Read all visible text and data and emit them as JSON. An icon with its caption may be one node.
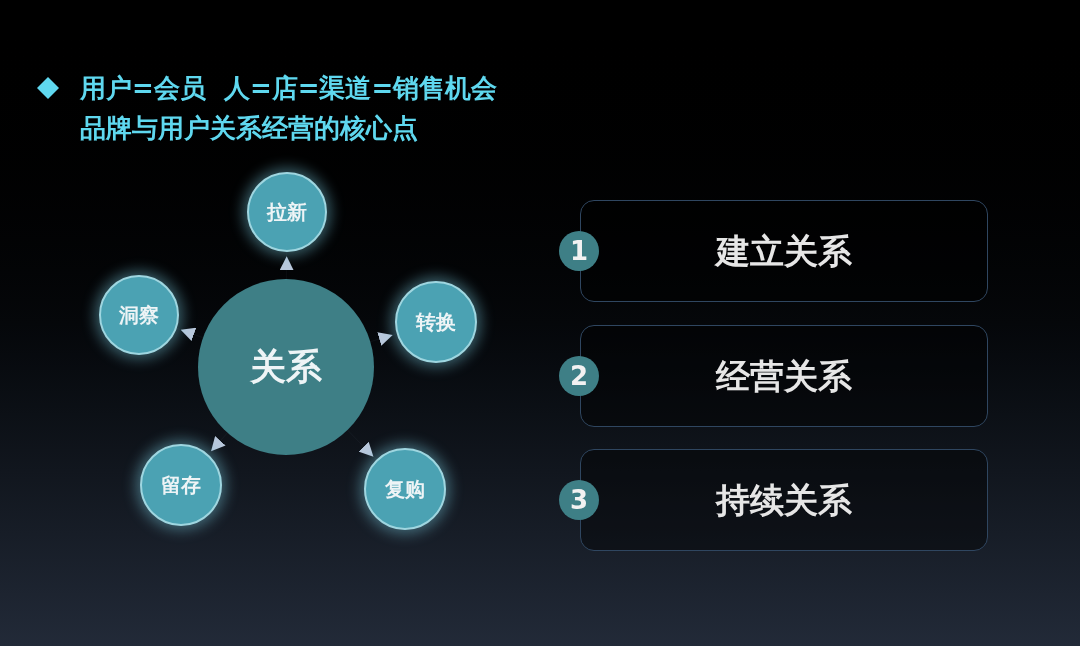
{
  "diagram": {
    "title": "用户=会员  人=店=渠道=销售机会",
    "nodes": [
      {
        "text": [
          "关系"
        ]
      },
      {
        "text": [
          "拉新"
        ]
      },
      {
        "text": [
          "转换"
        ]
      },
      {
        "text": [
          "复购"
        ]
      },
      {
        "text": [
          "留存"
        ]
      },
      {
        "text": [
          "洞察"
        ]
      },
      {
        "text": [
          "建立关系"
        ],
        "beside": [
          "1"
        ]
      },
      {
        "text": [
          "经营关系"
        ],
        "beside": [
          "2"
        ]
      },
      {
        "text": [
          "持续关系"
        ],
        "beside": [
          "3"
        ]
      }
    ],
    "edges": [
      {
        "from": 0,
        "to": 1,
        "arrow": "to"
      },
      {
        "from": 0,
        "to": 2,
        "arrow": "to"
      },
      {
        "from": 0,
        "to": 3,
        "arrow": "to"
      },
      {
        "from": 0,
        "to": 4,
        "arrow": "to"
      },
      {
        "from": 0,
        "to": 5,
        "arrow": "to"
      }
    ],
    "labels": [
      "品牌与用户关系经营的核心点"
    ]
  }
}
